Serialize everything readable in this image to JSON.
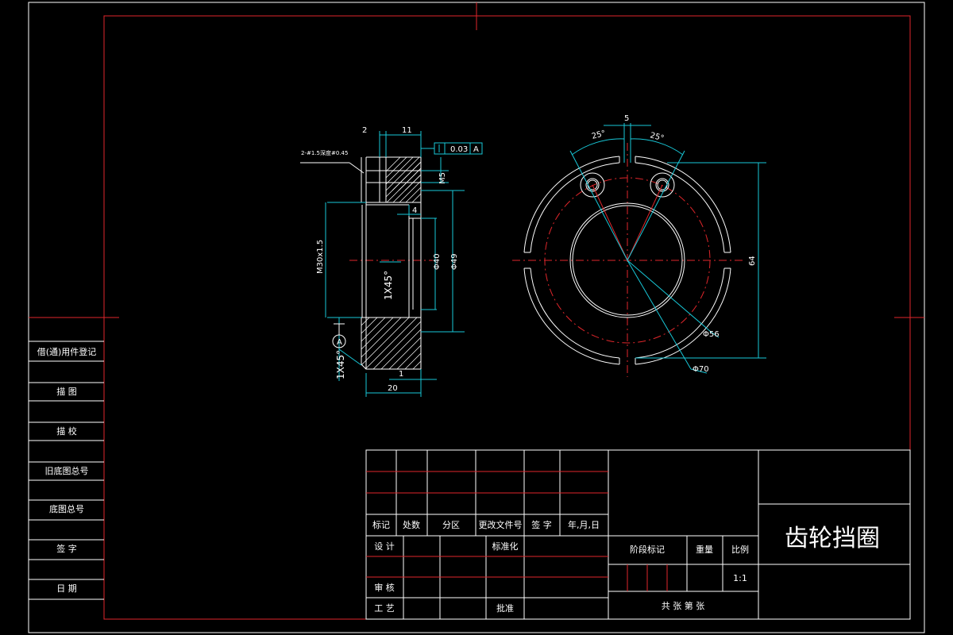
{
  "drawing": {
    "title": "齿轮挡圈",
    "scale": "1:1"
  },
  "side_panel": {
    "items": [
      "借(通)用件登记",
      "描 图",
      "描 校",
      "旧底图总号",
      "底图总号",
      "签 字",
      "日 期"
    ]
  },
  "title_block": {
    "rev_headers": [
      "标记",
      "处数",
      "分区",
      "更改文件号",
      "签 字",
      "年,月,日"
    ],
    "design": "设 计",
    "standardize": "标准化",
    "review": "审 核",
    "process": "工 艺",
    "approve": "批准",
    "stage_mark": "阶段标记",
    "weight": "重量",
    "ratio": "比例",
    "sheet_info": "共     张   第     张"
  },
  "dimensions": {
    "d2": "2",
    "d11": "11",
    "tolerance": "0.03",
    "datum": "A",
    "hole_note": "2-#1.5深度#0.45",
    "m5": "M5",
    "d4": "4",
    "thread": "M30x1.5",
    "phi40": "Φ40",
    "phi49": "Φ49",
    "chamfer_in": "1X45°",
    "chamfer_out": "1X45°",
    "d1": "1",
    "d20": "20",
    "d5": "5",
    "ang_left": "25°",
    "ang_right": "25°",
    "d64": "64",
    "phi56": "Φ56",
    "phi70": "Φ70"
  }
}
